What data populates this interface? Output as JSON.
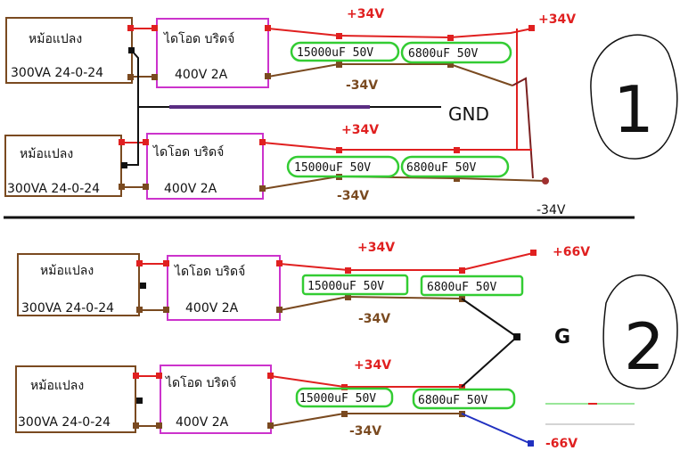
{
  "transformer": {
    "name": "หม้อแปลง",
    "rating": "300VA 24-0-24"
  },
  "bridge": {
    "name": "ไดโอด บริดจ์",
    "rating": "400V 2A"
  },
  "caps": {
    "c1": "15000uF 50V",
    "c2": "6800uF 50V"
  },
  "voltages": {
    "pos": "+34V",
    "neg": "-34V",
    "pos66": "+66V",
    "neg66": "-66V"
  },
  "labels": {
    "gnd": "GND",
    "g": "G",
    "one": "1",
    "two": "2"
  },
  "colors": {
    "red": "#e02020",
    "brown": "#7a4a20",
    "magenta": "#cc33cc",
    "green": "#33cc33",
    "blue": "#2030c0",
    "purple": "#5a2d82"
  }
}
